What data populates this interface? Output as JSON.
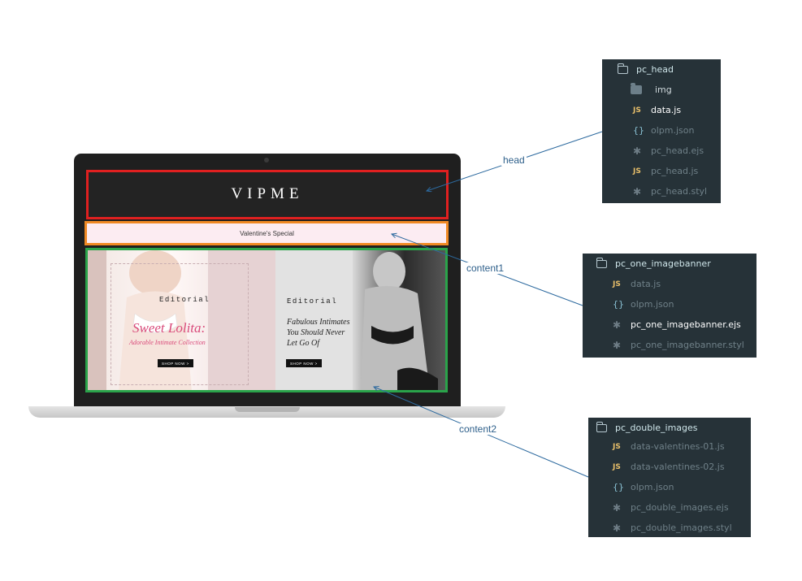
{
  "screen": {
    "logo": "VIPME",
    "banner_text": "Valentine's Special",
    "left_image": {
      "editorial": "Editorial",
      "title": "Sweet Lolita:",
      "subtitle": "Adorable Intimate Collection",
      "button": "SHOP NOW  >"
    },
    "right_image": {
      "editorial": "Editorial",
      "title_line1": "Fabulous Intimates",
      "title_line2": "You Should Never",
      "title_line3": "Let Go Of",
      "button": "SHOP NOW  >"
    }
  },
  "connectors": {
    "head": "head",
    "content1": "content1",
    "content2": "content2"
  },
  "colors": {
    "head_outline": "#e02020",
    "content1_outline": "#f08a24",
    "content2_outline": "#2aa34a",
    "connector_line": "#2d6a9f",
    "panel_bg": "#263238"
  },
  "panels": {
    "pc_head": {
      "folder": "pc_head",
      "items": [
        {
          "icon": "folder-icon",
          "name": "img"
        },
        {
          "icon": "js-icon",
          "label": "JS",
          "name": "data.js"
        },
        {
          "icon": "json-icon",
          "label": "{}",
          "name": "olpm.json"
        },
        {
          "icon": "star-icon",
          "label": "✱",
          "name": "pc_head.ejs"
        },
        {
          "icon": "js-icon",
          "label": "JS",
          "name": "pc_head.js"
        },
        {
          "icon": "star-icon",
          "label": "✱",
          "name": "pc_head.styl"
        }
      ]
    },
    "pc_one_imagebanner": {
      "folder": "pc_one_imagebanner",
      "items": [
        {
          "icon": "js-icon",
          "label": "JS",
          "name": "data.js"
        },
        {
          "icon": "json-icon",
          "label": "{}",
          "name": "olpm.json"
        },
        {
          "icon": "star-icon",
          "label": "✱",
          "name": "pc_one_imagebanner.ejs"
        },
        {
          "icon": "star-icon",
          "label": "✱",
          "name": "pc_one_imagebanner.styl"
        }
      ]
    },
    "pc_double_images": {
      "folder": "pc_double_images",
      "items": [
        {
          "icon": "js-icon",
          "label": "JS",
          "name": "data-valentines-01.js"
        },
        {
          "icon": "js-icon",
          "label": "JS",
          "name": "data-valentines-02.js"
        },
        {
          "icon": "json-icon",
          "label": "{}",
          "name": "olpm.json"
        },
        {
          "icon": "star-icon",
          "label": "✱",
          "name": "pc_double_images.ejs"
        },
        {
          "icon": "star-icon",
          "label": "✱",
          "name": "pc_double_images.styl"
        }
      ]
    }
  }
}
